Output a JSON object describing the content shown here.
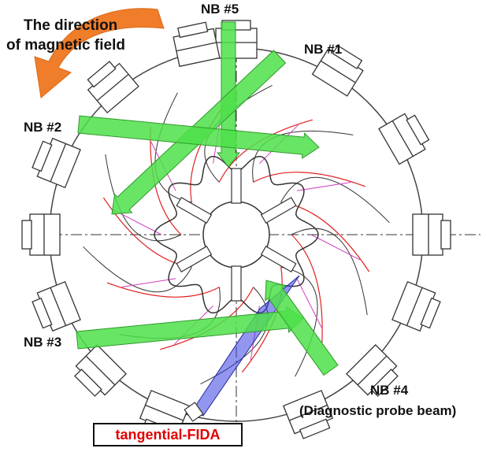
{
  "labels": {
    "field_direction_line1": "The direction",
    "field_direction_line2": "of magnetic field",
    "nb5": "NB #5",
    "nb1": "NB #1",
    "nb2": "NB #2",
    "nb3": "NB #3",
    "nb4": "NB #4",
    "nb4_note": "(Diagnostic probe beam)",
    "fida": "tangential-FIDA"
  },
  "colors": {
    "beam_fill": "#4fe04a",
    "beam_stroke": "#2e9a2a",
    "field_arrow": "#f07d2a",
    "fida_cone": "#3a3fe0",
    "coil_red": "#e02020",
    "coil_magenta": "#d040c0",
    "outline": "#333333",
    "fida_label": "#e00000"
  },
  "icons": {
    "field_direction": "curved-arrow-icon"
  }
}
